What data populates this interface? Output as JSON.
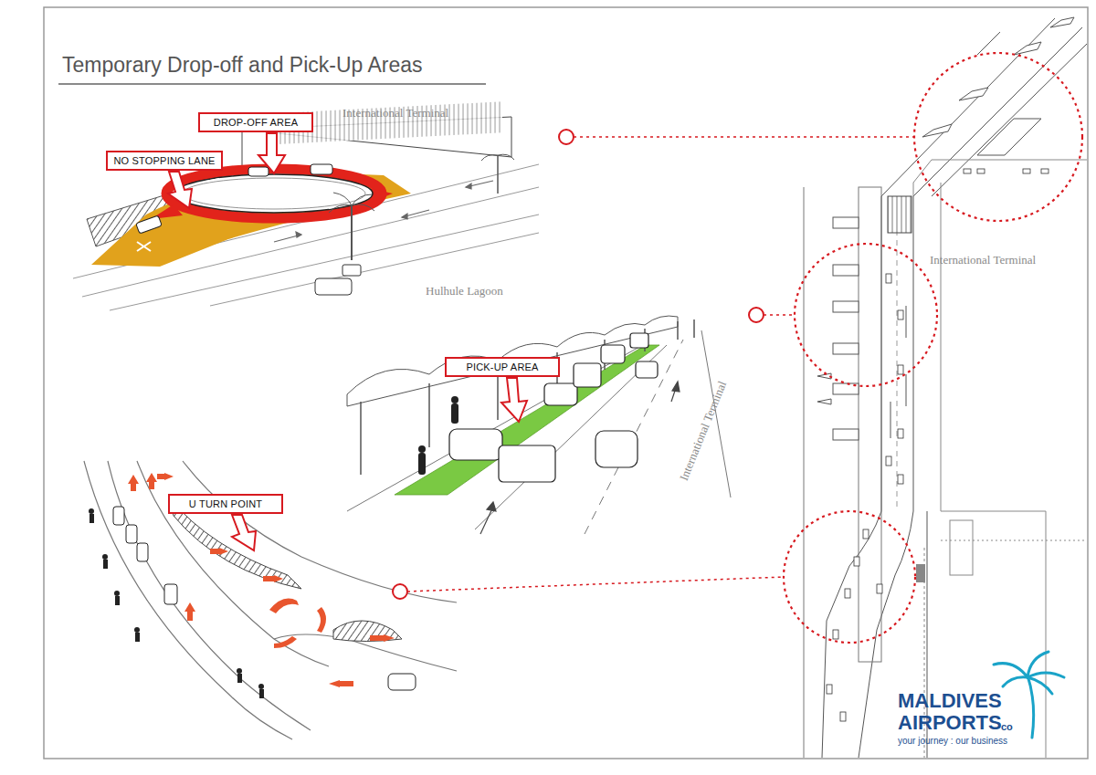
{
  "diagram": {
    "title": "Temporary Drop-off and Pick-Up Areas",
    "nodes": [
      {
        "text": [
          "DROP-OFF AREA"
        ]
      },
      {
        "text": [
          "NO STOPPING LANE"
        ]
      },
      {
        "text": [
          "PICK-UP AREA"
        ]
      },
      {
        "text": [
          "U TURN POINT"
        ]
      }
    ],
    "labels": [
      "International Terminal",
      "Hulhule Lagoon",
      "International Terminal",
      "International Terminal",
      "MALDIVES",
      "AIRPORTS",
      "co",
      "your journey : our business"
    ]
  }
}
